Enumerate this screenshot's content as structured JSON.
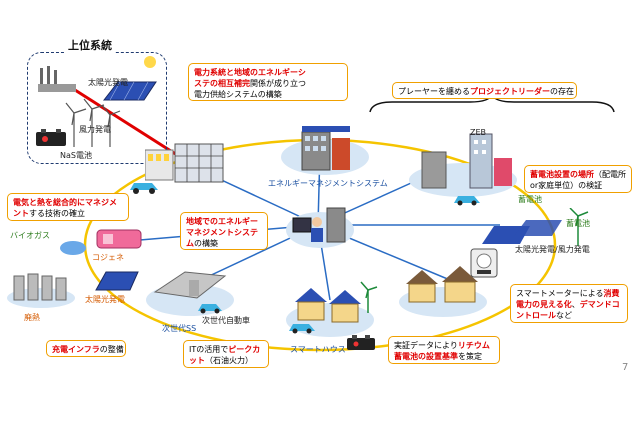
{
  "upper_system": {
    "title": "上位系統",
    "solar_label": "太陽光発電",
    "wind_label": "風力発電",
    "nas_label": "NaS電池"
  },
  "callouts": {
    "grid_integration": {
      "line1_red": "電力系統と地域のエネルギーシ",
      "line2_red": "ステの相互補完",
      "line2_rest": "関係が成り立つ",
      "line3": "電力供給システムの構築"
    },
    "player_leader": {
      "pre": "プレーヤーを纏める",
      "red": "プロジェクトリーダー",
      "post": "の存在"
    },
    "heat_power": {
      "red": "電気と熱を総合的にマネジメント",
      "post": "する技術の確立"
    },
    "regional_ems": {
      "red": "地域でのエネルギーマネジメントシステム",
      "post": "の構築"
    },
    "battery_location": {
      "red": "蓄電池設置の場所",
      "post": "（配電所or家庭単位）の検証"
    },
    "smart_meter": {
      "pre": "スマートメーターによる",
      "red1": "消費電力の見える化",
      "mid": "、",
      "red2": "デマンドコントロール",
      "post": "など"
    },
    "charging_infra": {
      "red": "充電インフラ",
      "post": "の整備"
    },
    "it_peak_cut": {
      "pre": "ITの活用で",
      "red": "ピークカット",
      "post": "（石油火力）"
    },
    "lithium_battery": {
      "pre": "実証データにより",
      "red": "リチウム蓄電池の設置基準",
      "post": "を策定"
    }
  },
  "labels": {
    "ems": "エネルギーマネジメントシステム",
    "zeb": "ZEB",
    "storage_battery_1": "蓄電池",
    "storage_battery_2": "蓄電池",
    "solar_wind": "太陽光発電/風力発電",
    "biogas": "バイオガス",
    "cogene": "コジェネ",
    "waste_heat": "廃熱",
    "solar_left": "太陽光発電",
    "next_gen_car": "次世代自動車",
    "next_gen_ss": "次世代SS",
    "smart_house": "スマートハウス"
  },
  "page_number": "7",
  "colors": {
    "callout_border": "#f0a000",
    "emphasis_red": "#e00000",
    "network_yellow": "#f5c400",
    "network_blue": "#2a6cc4",
    "grid_red_line": "#e00000"
  }
}
